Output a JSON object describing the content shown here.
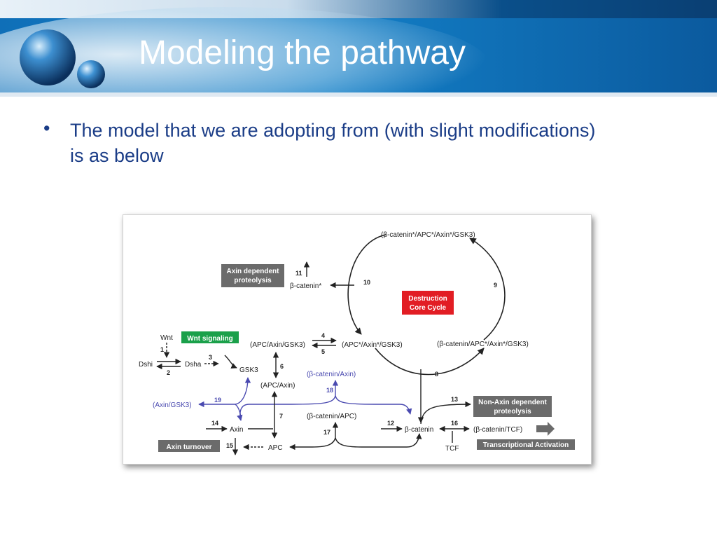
{
  "slide": {
    "title": "Modeling the pathway",
    "bullet": "The model that we are adopting from (with slight modifications) is as below"
  },
  "diagram": {
    "boxes": {
      "axin_dep": [
        "Axin dependent",
        "proteolysis"
      ],
      "destruction": [
        "Destruction",
        "Core Cycle"
      ],
      "wnt_signaling": "Wnt signaling",
      "non_axin": [
        "Non-Axin dependent",
        "proteolysis"
      ],
      "axin_turnover": "Axin turnover",
      "transcriptional": "Transcriptional Activation"
    },
    "nodes": {
      "top_complex": "(β-catenin*/APC*/Axin*/GSK3)",
      "bcat_star": "β-catenin*",
      "wnt": "Wnt",
      "dsh_i": "Dshi",
      "dsh_a": "Dsha",
      "apc_axin_gsk3": "(APC/Axin/GSK3)",
      "apc_star_axin_star_gsk3": "(APC*/Axin*/GSK3)",
      "bcat_apc_axin_gsk3": "(β-catenin/APC*/Axin*/GSK3)",
      "gsk3": "GSK3",
      "apc_axin": "(APC/Axin)",
      "bcat_axin": "(β-catenin/Axin)",
      "axin_gsk3": "(Axin/GSK3)",
      "bcat_apc": "(β-catenin/APC)",
      "axin": "Axin",
      "apc": "APC",
      "bcat": "β-catenin",
      "bcat_tcf": "(β-catenin/TCF)",
      "tcf": "TCF"
    },
    "numbers": {
      "n1": "1",
      "n2": "2",
      "n3": "3",
      "n4": "4",
      "n5": "5",
      "n6": "6",
      "n7": "7",
      "n8": "8",
      "n9": "9",
      "n10": "10",
      "n11": "11",
      "n12": "12",
      "n13": "13",
      "n14": "14",
      "n15": "15",
      "n16": "16",
      "n17": "17",
      "n18": "18",
      "n19": "19"
    },
    "colors": {
      "gray_box": "#6b6b6b",
      "red_box": "#e21d24",
      "green_box": "#1aa04a",
      "blue_arrow": "#4a4ab0"
    }
  }
}
